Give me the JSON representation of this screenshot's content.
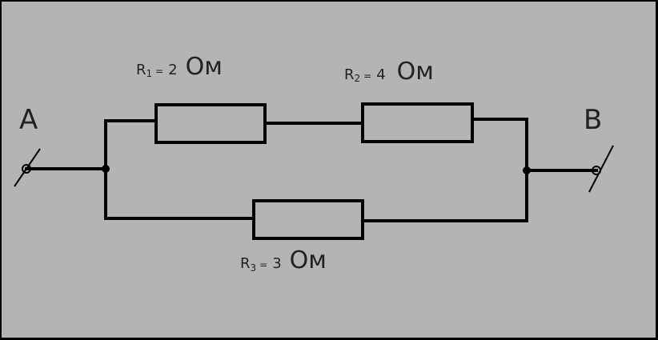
{
  "colors": {
    "background": "#b4b4b4",
    "frame": "#000000",
    "wire": "#000000",
    "text": "#222222"
  },
  "terminals": {
    "a_label": "A",
    "b_label": "B"
  },
  "resistors": [
    {
      "symbol": "R",
      "index": "1",
      "equals": "=",
      "value": "2",
      "unit": "Ом"
    },
    {
      "symbol": "R",
      "index": "2",
      "equals": "=",
      "value": "4",
      "unit": "Ом"
    },
    {
      "symbol": "R",
      "index": "3",
      "equals": "=",
      "value": "3",
      "unit": "Ом"
    }
  ]
}
